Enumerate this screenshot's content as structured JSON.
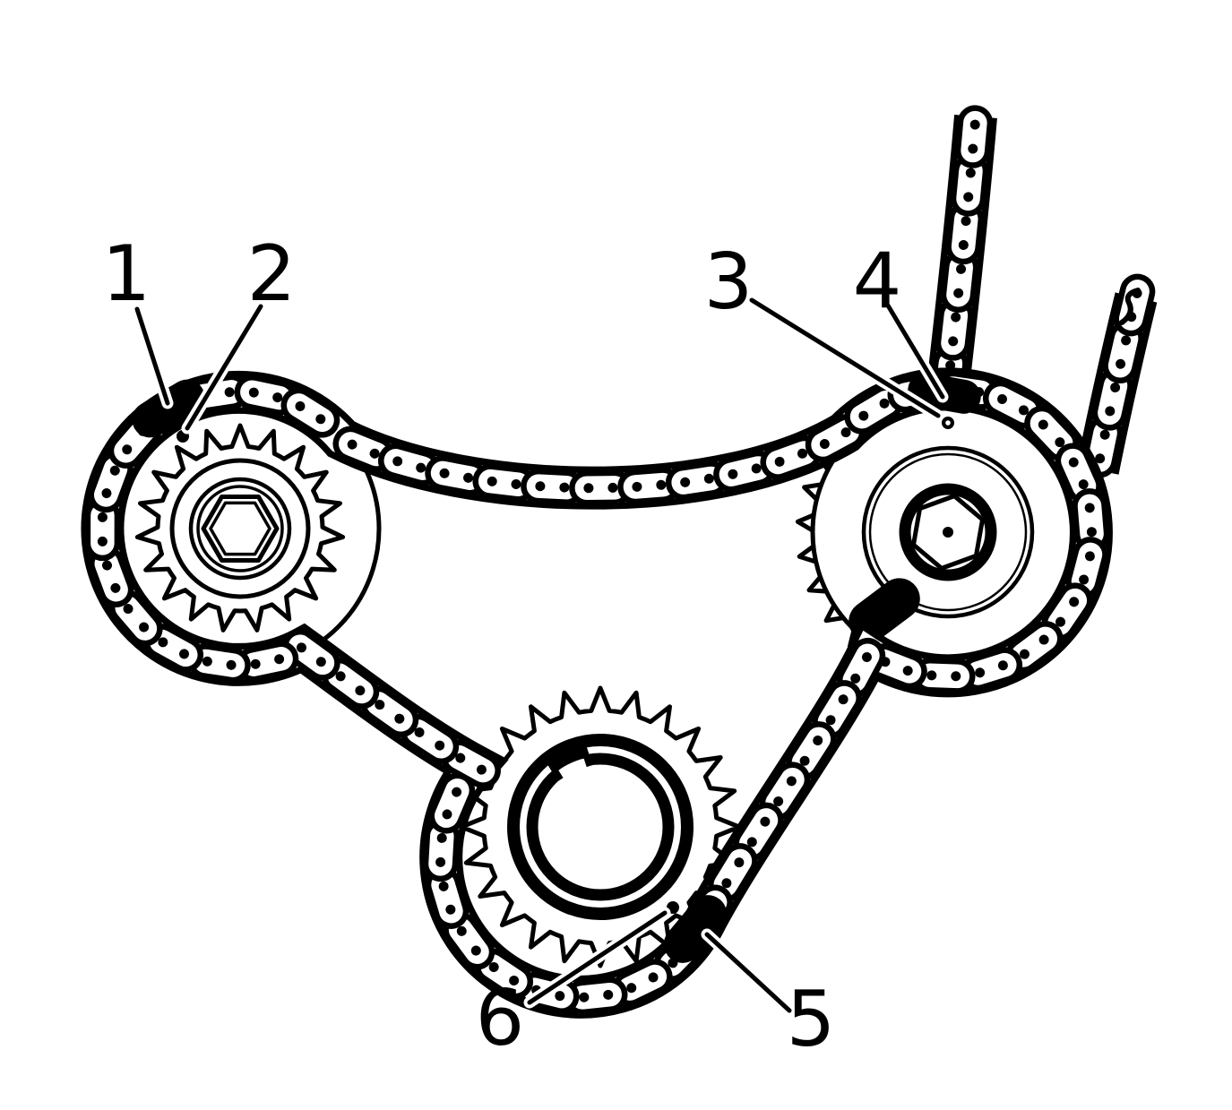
{
  "diagram": {
    "background_color": "#ffffff",
    "ink_color": "#000000",
    "callouts": [
      {
        "number": "1",
        "marks": "dark-chain-link-left-camshaft-sprocket"
      },
      {
        "number": "2",
        "marks": "timing-mark-dot-left-camshaft-sprocket"
      },
      {
        "number": "3",
        "marks": "timing-mark-dot-right-camshaft-sprocket"
      },
      {
        "number": "4",
        "marks": "dark-chain-link-right-camshaft-sprocket"
      },
      {
        "number": "5",
        "marks": "dark-chain-link-crankshaft-sprocket"
      },
      {
        "number": "6",
        "marks": "timing-mark-dot-crankshaft-sprocket"
      }
    ]
  }
}
